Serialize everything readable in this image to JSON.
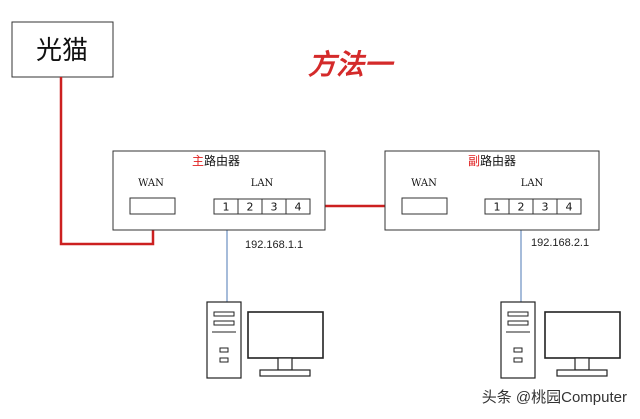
{
  "modem": {
    "label": "光猫"
  },
  "title": "方法一",
  "main_router": {
    "title_accent": "主",
    "title_rest": "路由器",
    "wan_label": "WAN",
    "lan_label": "LAN",
    "ports": [
      "1",
      "2",
      "3",
      "4"
    ],
    "ip": "192.168.1.1"
  },
  "sub_router": {
    "title_accent": "副",
    "title_rest": "路由器",
    "wan_label": "WAN",
    "lan_label": "LAN",
    "ports": [
      "1",
      "2",
      "3",
      "4"
    ],
    "ip": "192.168.2.1"
  },
  "watermark": "头条 @桃园Computer",
  "colors": {
    "cable_red": "#cc2020",
    "cable_blue": "#6a8fc2",
    "accent_red": "#e02020",
    "title_red": "#d42a2a",
    "stroke": "#333333"
  }
}
